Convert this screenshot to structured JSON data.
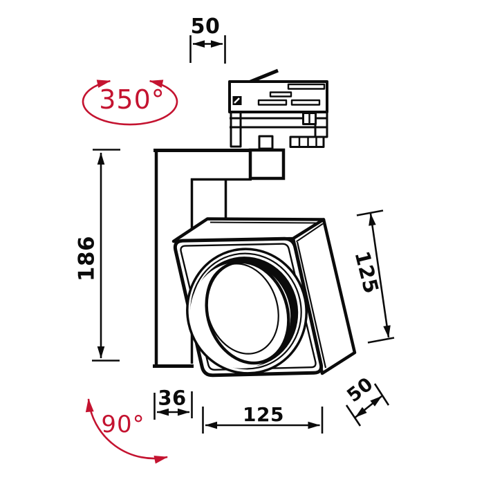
{
  "figure": {
    "type": "technical-drawing",
    "subject": "track-mounted spotlight side view with dimension annotations",
    "colors": {
      "line": "#0b0b0b",
      "accent_red": "#c41330",
      "background": "#ffffff"
    },
    "dimensions": {
      "track_adapter_width": "50",
      "horizontal_rotation": "350°",
      "overall_height": "186",
      "head_height": "125",
      "bracket_depth": "36",
      "head_width": "125",
      "head_depth": "50",
      "vertical_tilt": "90°"
    }
  }
}
